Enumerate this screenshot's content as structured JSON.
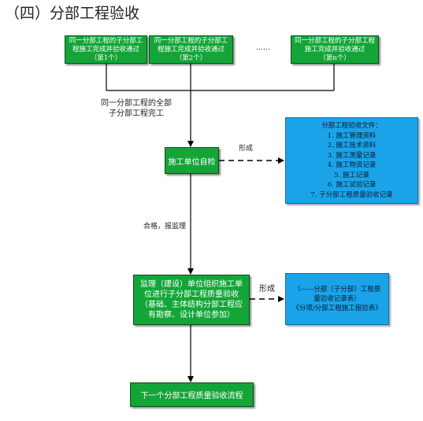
{
  "title": "（四）分部工程验收",
  "top_boxes": [
    {
      "line1": "同一分部工程的子分部工",
      "line2": "程施工完成并验收通过",
      "line3": "（第1个）"
    },
    {
      "line1": "同一分部工程的子分部工",
      "line2": "程施工完成并验收通过",
      "line3": "（第2个）"
    },
    {
      "line1": "同一分部工程的子分部工程",
      "line2": "施工完成并验收通过",
      "line3": "（第n个）"
    }
  ],
  "ellipsis": "……",
  "merge_label": {
    "line1": "同一分部工程的全部",
    "line2": "子分部工程完工"
  },
  "self_check": "施工单位自检",
  "formed_label_1": "形成",
  "docs_box": {
    "title": "分部工程验收文件：",
    "items": [
      "1. 施工管理资料",
      "2. 施工技术资料",
      "3. 施工测量记录",
      "4. 施工物资记录",
      "5. 施工记录",
      "6. 施工试验记录",
      "7. 子分部工程质量验收记录"
    ]
  },
  "pass_label": "合格，报监理",
  "supervision_box": {
    "line1": "监理（建设）单位组织施工单",
    "line2": "位进行子分部工程质量验收",
    "line3": "（基础、主体结构分部工程应",
    "line4": "有勘察、设计单位参加）"
  },
  "formed_label_2": "形成",
  "records_box": {
    "line1": "（——分部（子分部）工程质",
    "line2": "量验收记录表）",
    "line3": "《分项/分部工程施工报验表》"
  },
  "next_box": "下一个分部工程质量验收流程",
  "colors": {
    "green_box": "#13a538",
    "blue_box": "#1aa3e8",
    "lines": "#000000"
  }
}
